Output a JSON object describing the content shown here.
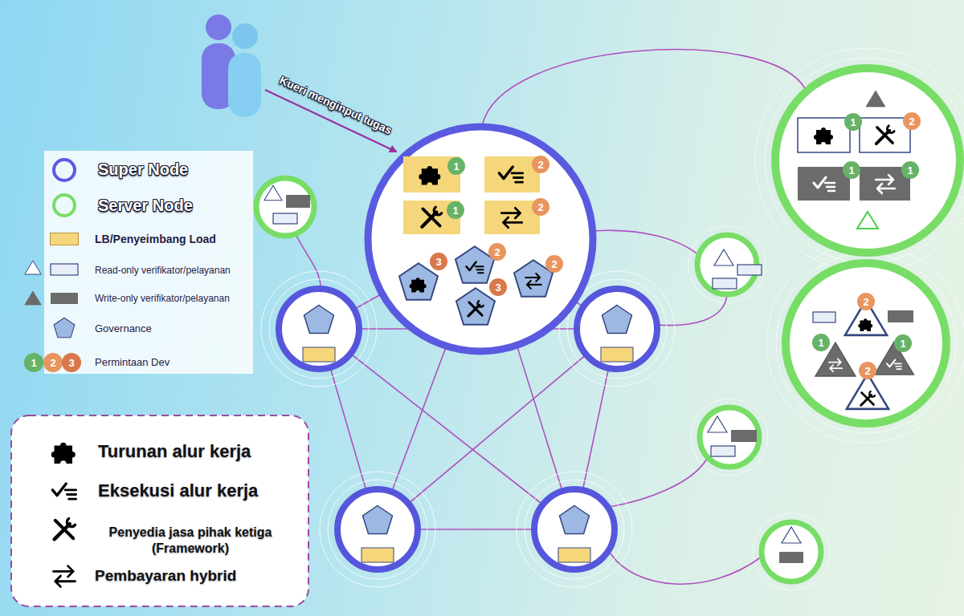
{
  "diagram": {
    "nodes": [
      {
        "text": [
          "1"
        ]
      },
      {
        "text": [
          "2"
        ]
      },
      {
        "text": [
          "1"
        ]
      },
      {
        "text": [
          "2"
        ]
      },
      {
        "text": [
          "3"
        ]
      },
      {
        "text": [
          "2"
        ]
      },
      {
        "text": [
          "2"
        ]
      },
      {
        "text": [
          "3"
        ]
      },
      {
        "text": [
          "1"
        ]
      },
      {
        "text": [
          "2"
        ]
      },
      {
        "text": [
          "1"
        ]
      },
      {
        "text": [
          "1"
        ]
      },
      {
        "text": [
          "2"
        ]
      },
      {
        "text": [
          "1"
        ]
      },
      {
        "text": [
          "1"
        ]
      },
      {
        "text": [
          "2"
        ]
      }
    ],
    "labels": [
      "Kueri menginput tugas",
      "1",
      "2",
      "3"
    ],
    "legend": [
      {
        "text": "Super Node"
      },
      {
        "text": "Server Node"
      },
      {
        "text": "LB/Penyeimbang Load",
        "color": "#f6d67a"
      },
      {
        "text": "Read-only verifikator/pelayanan"
      },
      {
        "text": "Write-only verifikator/pelayanan"
      },
      {
        "text": "Governance"
      },
      {
        "text": "Permintaan Dev"
      },
      {
        "text": "Turunan alur kerja"
      },
      {
        "text": "Eksekusi alur kerja"
      },
      {
        "text": "Penyedia jasa pihak ketiga (Framework)"
      },
      {
        "text": "Pembayaran hybrid"
      }
    ]
  }
}
